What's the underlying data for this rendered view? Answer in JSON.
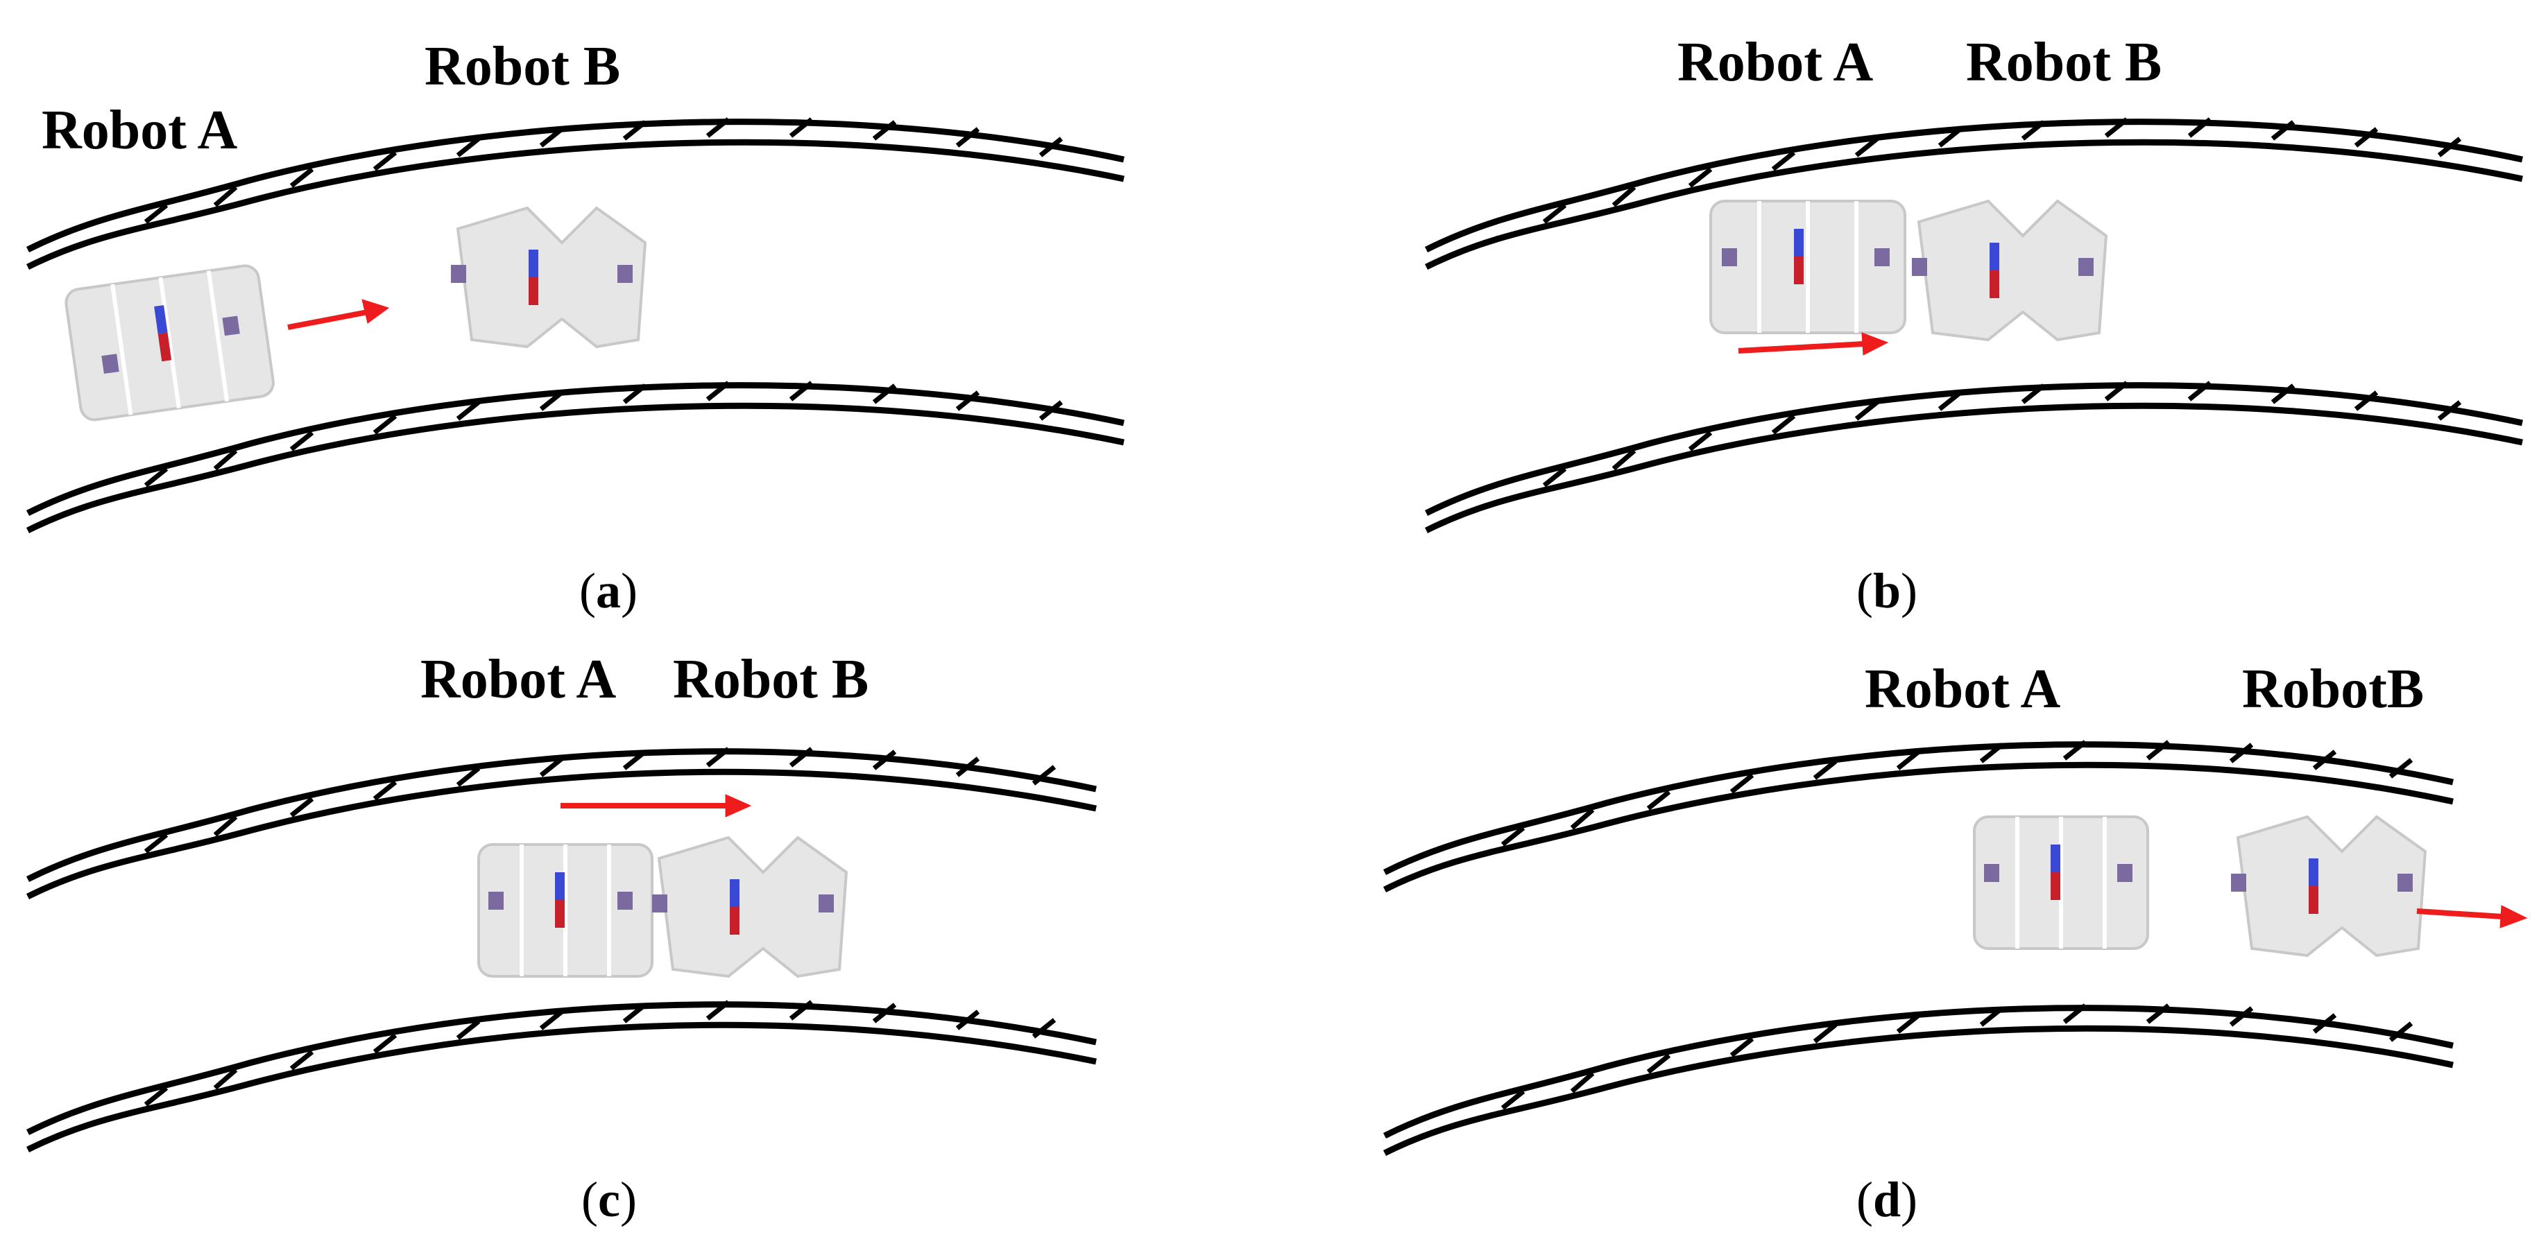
{
  "panels": [
    {
      "id": "a",
      "caption_open": "(",
      "caption_letter": "a",
      "caption_close": ")",
      "label_a": "Robot A",
      "label_b": "Robot B"
    },
    {
      "id": "b",
      "caption_open": "(",
      "caption_letter": "b",
      "caption_close": ")",
      "label_a": "Robot A",
      "label_b": "Robot B"
    },
    {
      "id": "c",
      "caption_open": "(",
      "caption_letter": "c",
      "caption_close": ")",
      "label_a": "Robot A",
      "label_b": "Robot B"
    },
    {
      "id": "d",
      "caption_open": "(",
      "caption_letter": "d",
      "caption_close": ")",
      "label_a": "Robot A",
      "label_b": "RobotB"
    }
  ],
  "colors": {
    "arrow": "#ee1c1c",
    "pipe": "#000000",
    "robot_body": "#e6e6e6"
  }
}
